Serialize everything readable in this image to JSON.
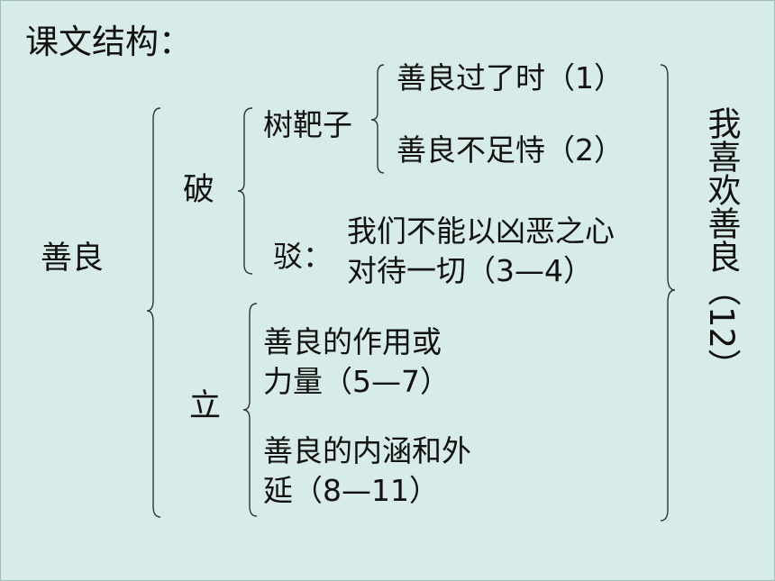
{
  "title": "课文结构：",
  "root": "善良",
  "branches": {
    "po": {
      "label": "破",
      "shu": {
        "label": "树靶子",
        "items": [
          "善良过了时（1）",
          "善良不足恃（2）"
        ]
      },
      "bo": {
        "label": "驳：",
        "lines": [
          "我们不能以凶恶之心",
          "对待一切（3—4）"
        ]
      }
    },
    "li": {
      "label": "立",
      "items": [
        {
          "lines": [
            "善良的作用或",
            "力量（5—7）"
          ]
        },
        {
          "lines": [
            "善良的内涵和外",
            "延（8—11）"
          ]
        }
      ]
    }
  },
  "conclusion": "我喜欢善良（12）"
}
